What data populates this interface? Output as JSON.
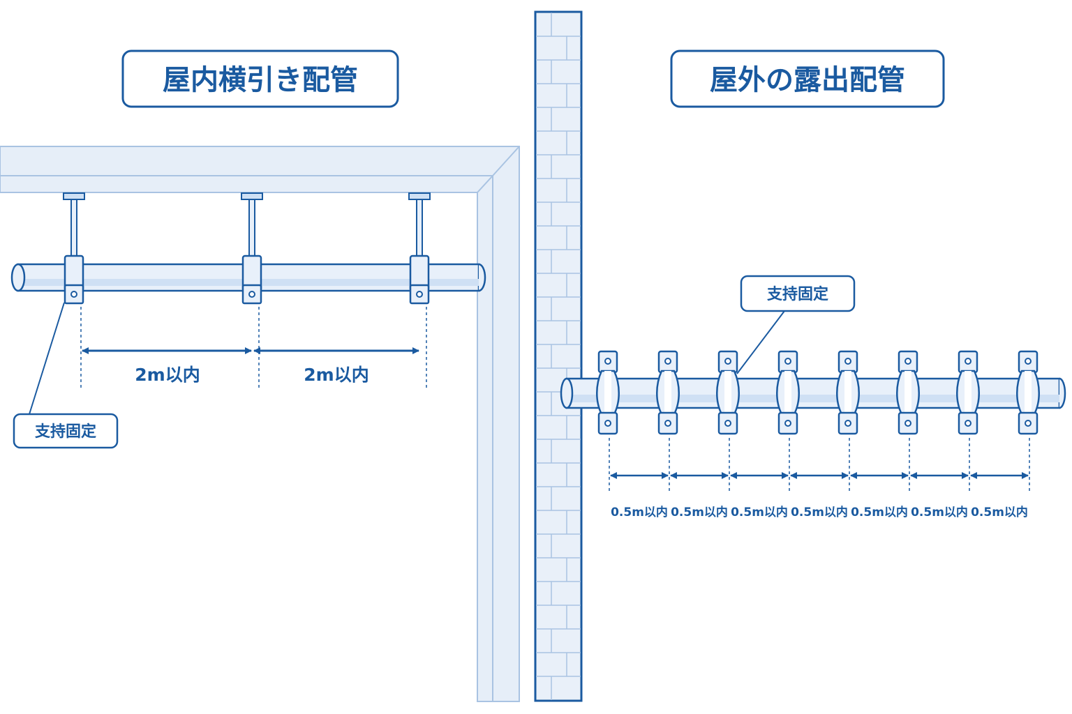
{
  "indoor": {
    "title": "屋内横引き配管",
    "support_label": "支持固定",
    "spacing_labels": [
      "2m以内",
      "2m以内"
    ]
  },
  "outdoor": {
    "title": "屋外の露出配管",
    "support_label": "支持固定",
    "spacing_labels": [
      "0.5m以内",
      "0.5m以内",
      "0.5m以内",
      "0.5m以内",
      "0.5m以内",
      "0.5m以内",
      "0.5m以内"
    ]
  },
  "colors": {
    "primary": "#1a5aa0",
    "pipe_fill": "#e8f0fa",
    "pipe_shade": "#cfe0f4",
    "wall_fill": "#e9f0f9",
    "ceiling_fill": "#e6eef8",
    "outline_light": "#a9c3e2"
  }
}
